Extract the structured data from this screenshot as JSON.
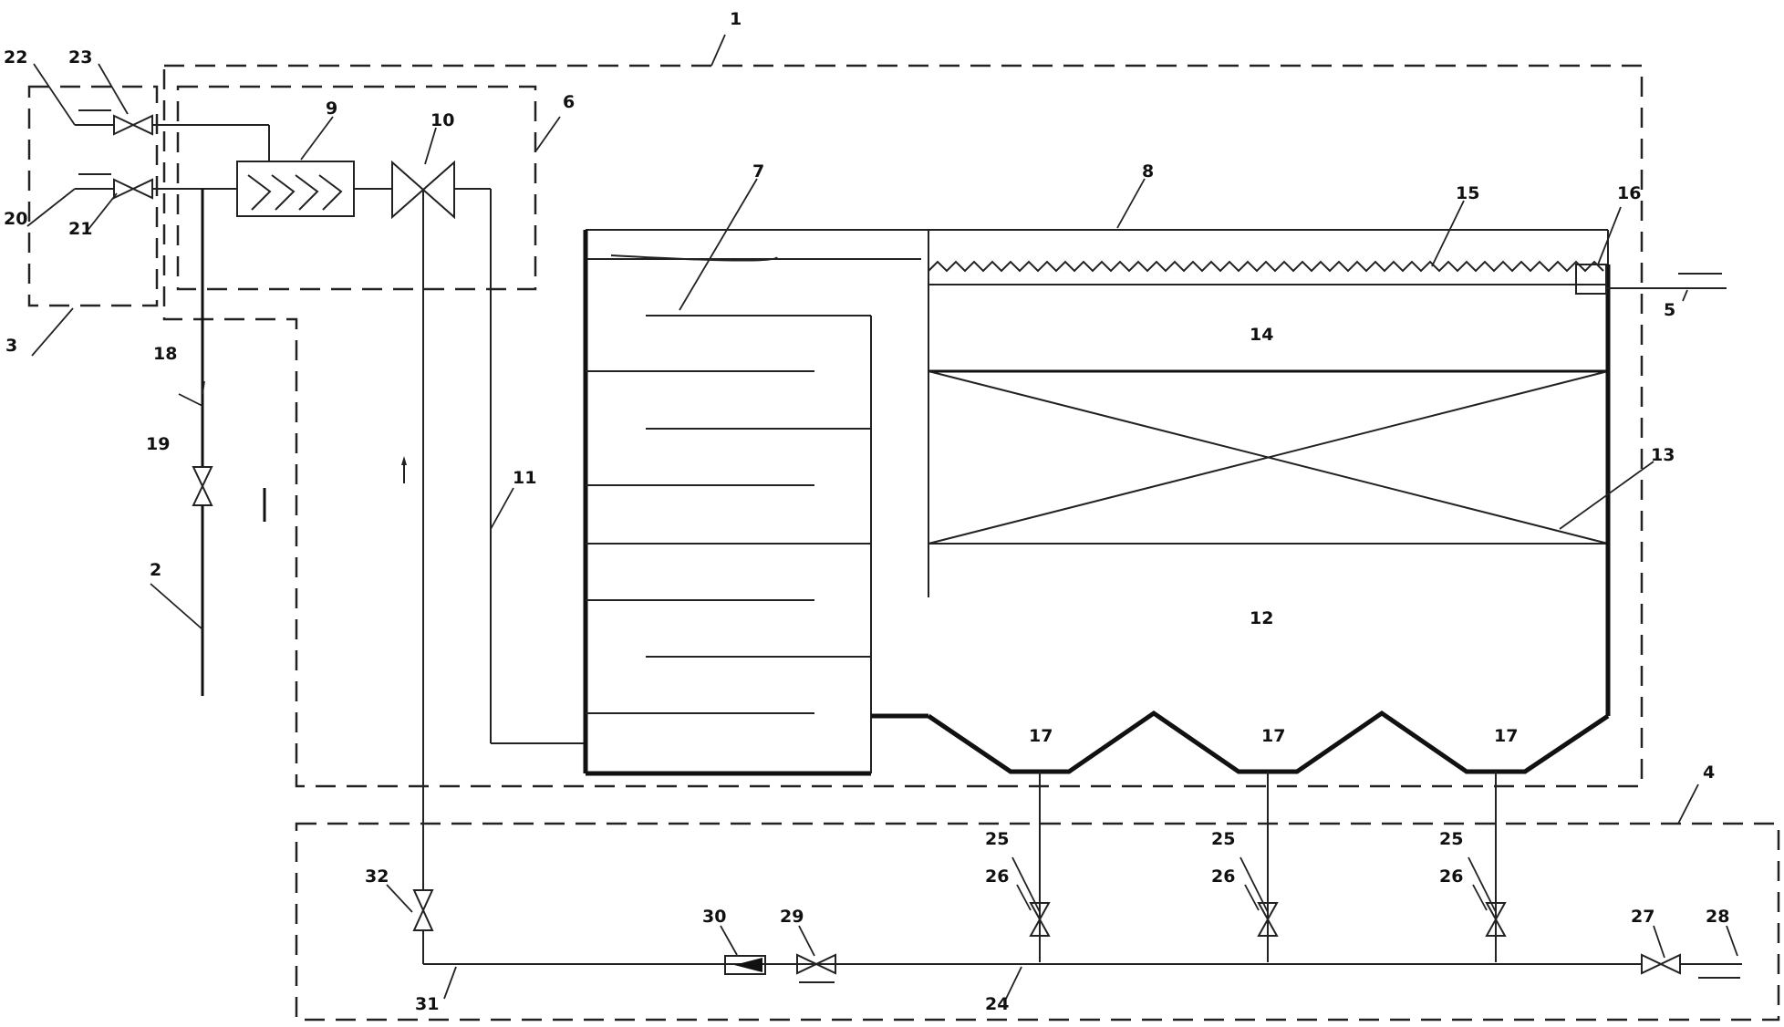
{
  "labels": {
    "l1": "1",
    "l2": "2",
    "l3": "3",
    "l4": "4",
    "l5": "5",
    "l6": "6",
    "l7": "7",
    "l8": "8",
    "l9": "9",
    "l10": "10",
    "l11": "11",
    "l12": "12",
    "l13": "13",
    "l14": "14",
    "l15": "15",
    "l16": "16",
    "l17a": "17",
    "l17b": "17",
    "l17c": "17",
    "l18": "18",
    "l19": "19",
    "l20": "20",
    "l21": "21",
    "l22": "22",
    "l23": "23",
    "l24": "24",
    "l25a": "25",
    "l25b": "25",
    "l25c": "25",
    "l26a": "26",
    "l26b": "26",
    "l26c": "26",
    "l27": "27",
    "l28": "28",
    "l29": "29",
    "l30": "30",
    "l31": "31",
    "l32": "32"
  }
}
